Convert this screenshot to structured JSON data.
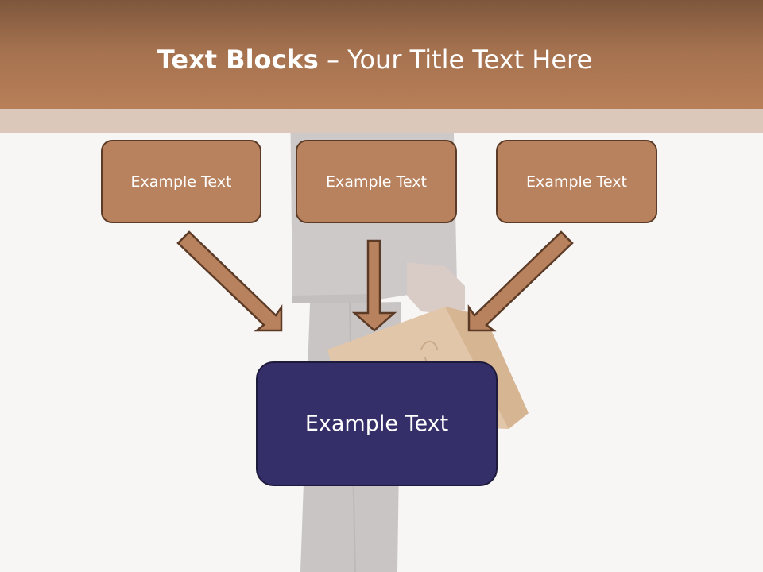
{
  "title": {
    "bold": "Text Blocks",
    "rest": " – Your Title Text Here"
  },
  "boxes": {
    "left": "Example Text",
    "center": "Example Text",
    "right": "Example Text",
    "main": "Example Text"
  },
  "colors": {
    "title_bar": "#b07a55",
    "sub_band": "#dcc7bb",
    "box_fill": "#b8825e",
    "box_border": "#5c3b26",
    "main_fill": "#342f68",
    "main_border": "#1d1a3c",
    "arrow_fill": "#b8825e",
    "background": "#f8f6f5"
  },
  "background_image": "faded businessman in dark suit holding a cardboard briefcase"
}
